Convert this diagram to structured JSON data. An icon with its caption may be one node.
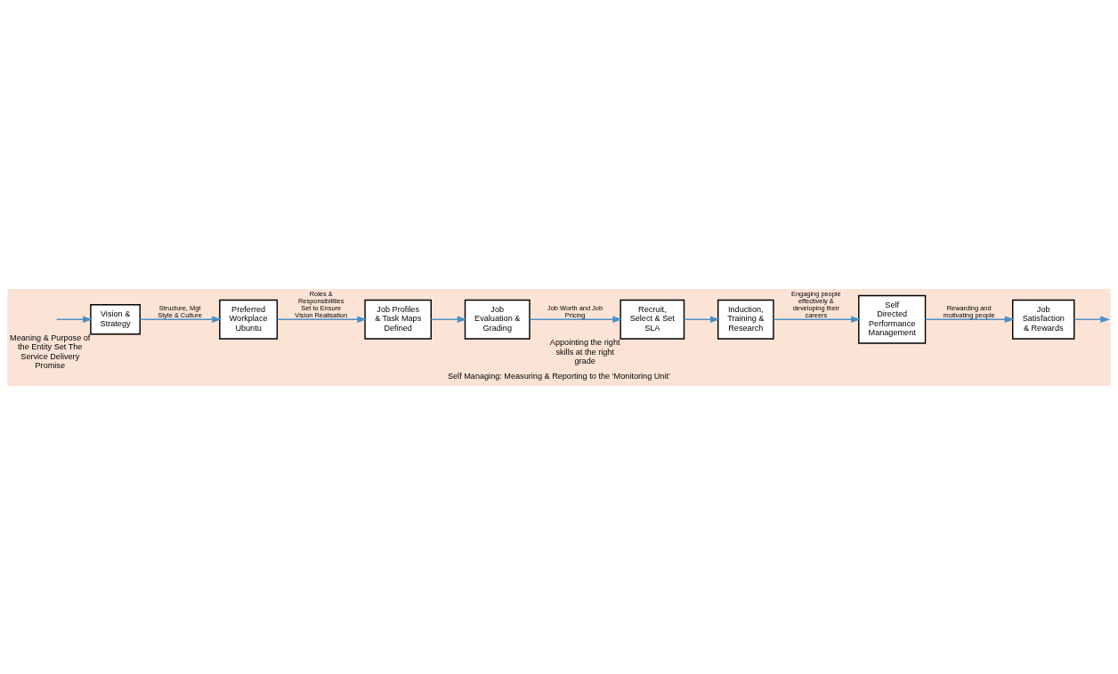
{
  "diagram": {
    "caption": "Self Managing: Measuring & Reporting to the ‘Monitoring Unit’",
    "nodes": [
      {
        "text": [
          "Preferred Workplace Ubuntu"
        ]
      },
      {
        "text": [
          "Job Profiles & Task Maps Defined"
        ]
      },
      {
        "text": [
          "Job Evaluation & Grading"
        ]
      },
      {
        "text": [
          "Vision & Strategy"
        ],
        "beside": [
          "Meaning & Purpose of the Entity Set The Service Delivery Promise"
        ]
      },
      {
        "text": [
          "Recruit, Select & Set SLA"
        ],
        "beside": [
          "Appointing the right skills at the right grade"
        ]
      },
      {
        "text": [
          "Induction, Training & Research"
        ]
      },
      {
        "text": [
          "Job Satisfaction & Rewards"
        ]
      },
      {
        "text": [
          "Self Directed Performance Management"
        ]
      }
    ],
    "edges": [
      {
        "from": null,
        "to": 3,
        "arrow": "to"
      },
      {
        "from": 3,
        "to": 0,
        "arrow": "to",
        "label": "Structure, Mgt Style & Culture"
      },
      {
        "from": 0,
        "to": 1,
        "arrow": "to",
        "label": "Roles & Responsibilities Set to Ensure Vision Realisation"
      },
      {
        "from": 1,
        "to": 2,
        "arrow": "to"
      },
      {
        "from": 2,
        "to": 4,
        "arrow": "to",
        "label": "Job Worth and Job Pricing"
      },
      {
        "from": 4,
        "to": 5,
        "arrow": "to"
      },
      {
        "from": 5,
        "to": 7,
        "arrow": "to",
        "label": "Engaging people effectively & developing their careers"
      },
      {
        "from": 7,
        "to": 6,
        "arrow": "to",
        "label": "Rewarding and motivating people"
      },
      {
        "from": 6,
        "to": null,
        "arrow": "to"
      }
    ]
  }
}
